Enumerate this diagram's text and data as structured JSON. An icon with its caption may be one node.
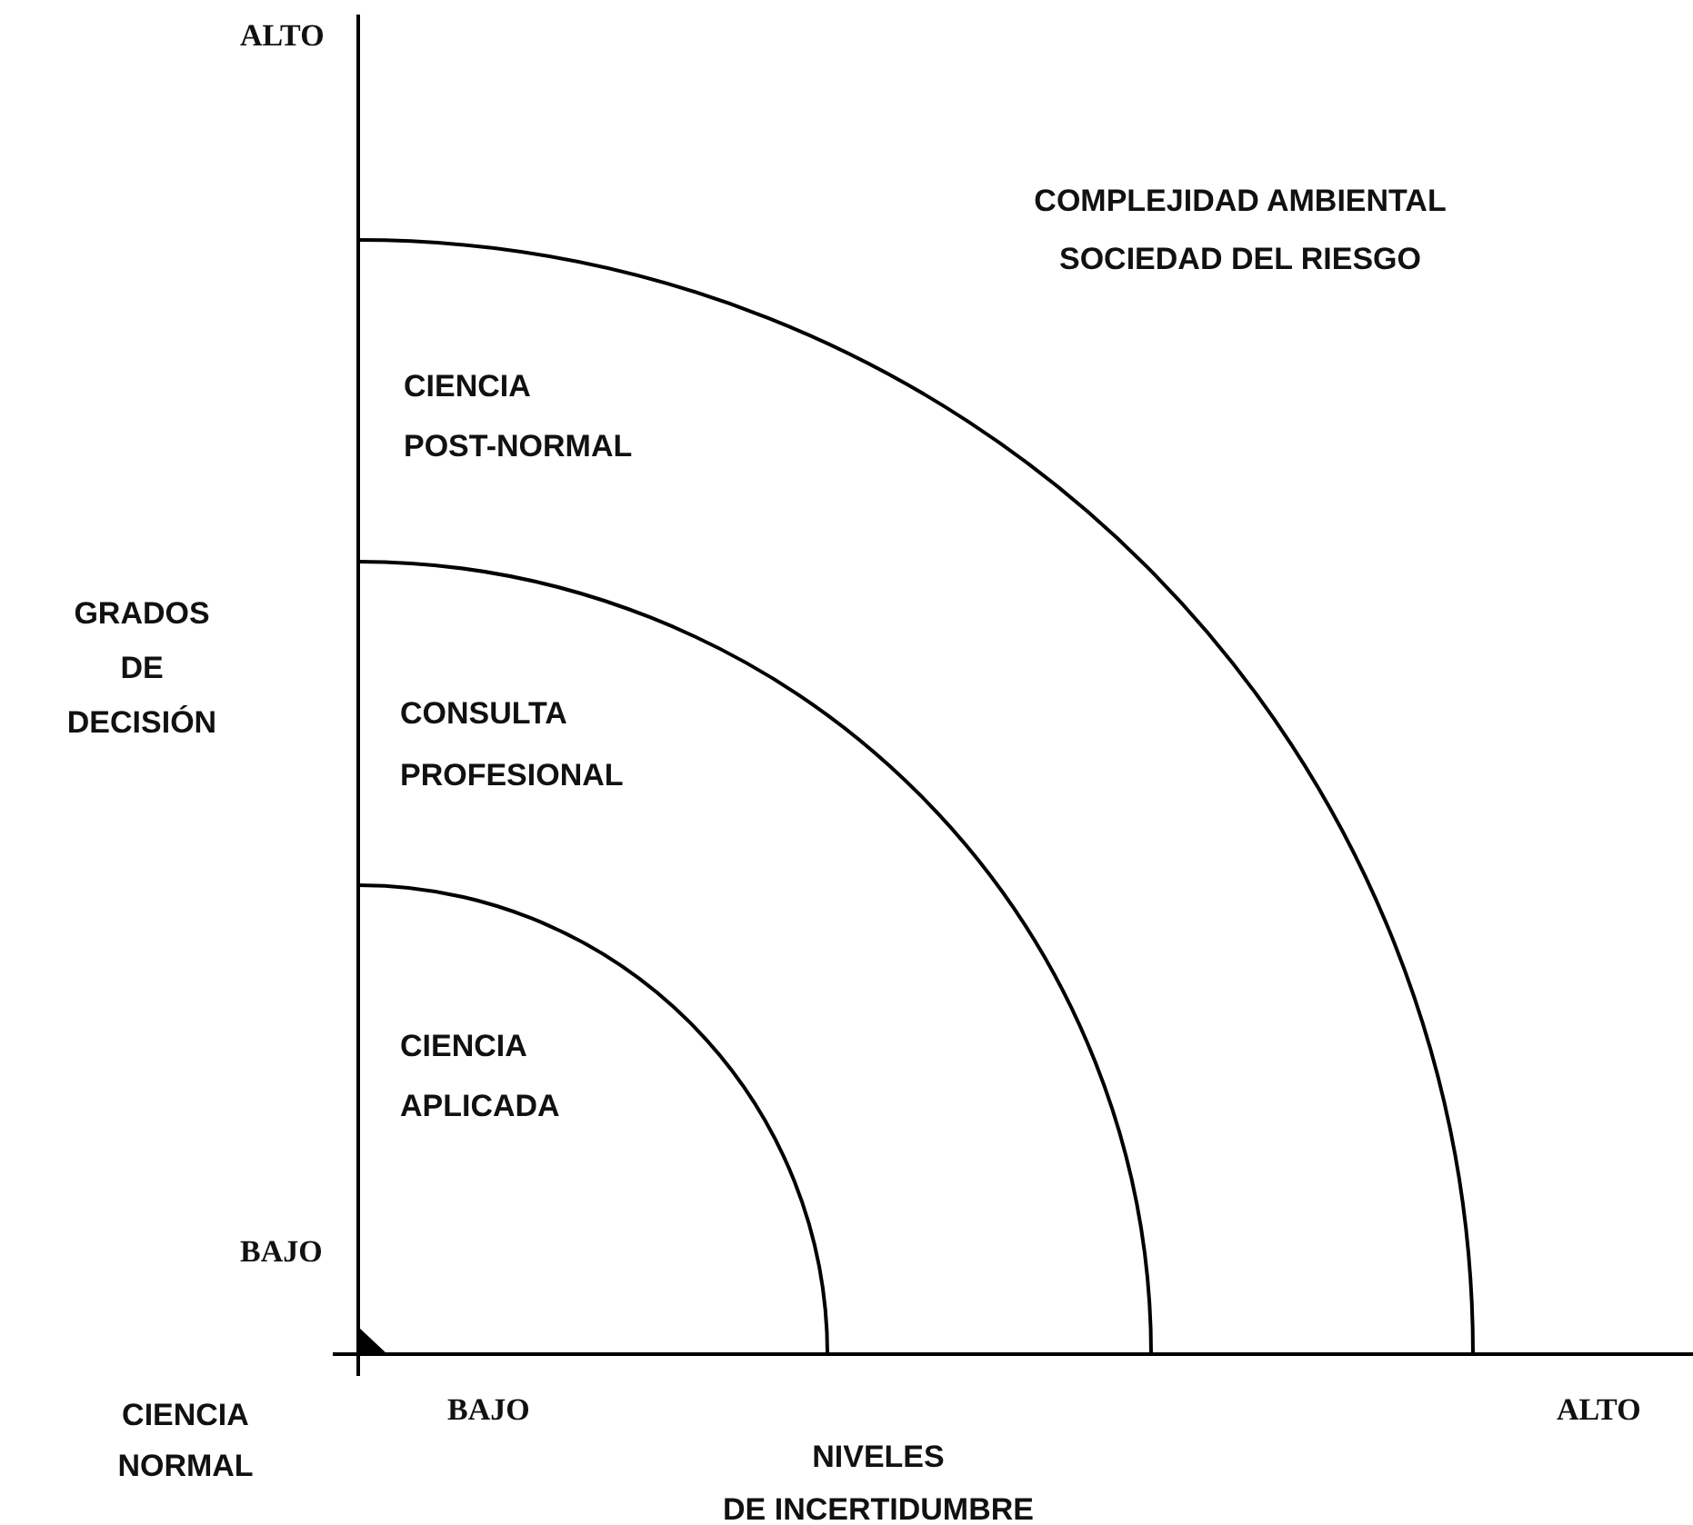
{
  "diagram": {
    "labels": [
      "ALTO",
      "COMPLEJIDAD AMBIENTAL SOCIEDAD DEL RIESGO",
      "CIENCIA POST-NORMAL",
      "GRADOS DE DECISIÓN",
      "CONSULTA PROFESIONAL",
      "CIENCIA APLICADA",
      "BAJO",
      "CIENCIA NORMAL",
      "BAJO",
      "ALTO",
      "NIVELES DE INCERTIDUMBRE"
    ]
  }
}
